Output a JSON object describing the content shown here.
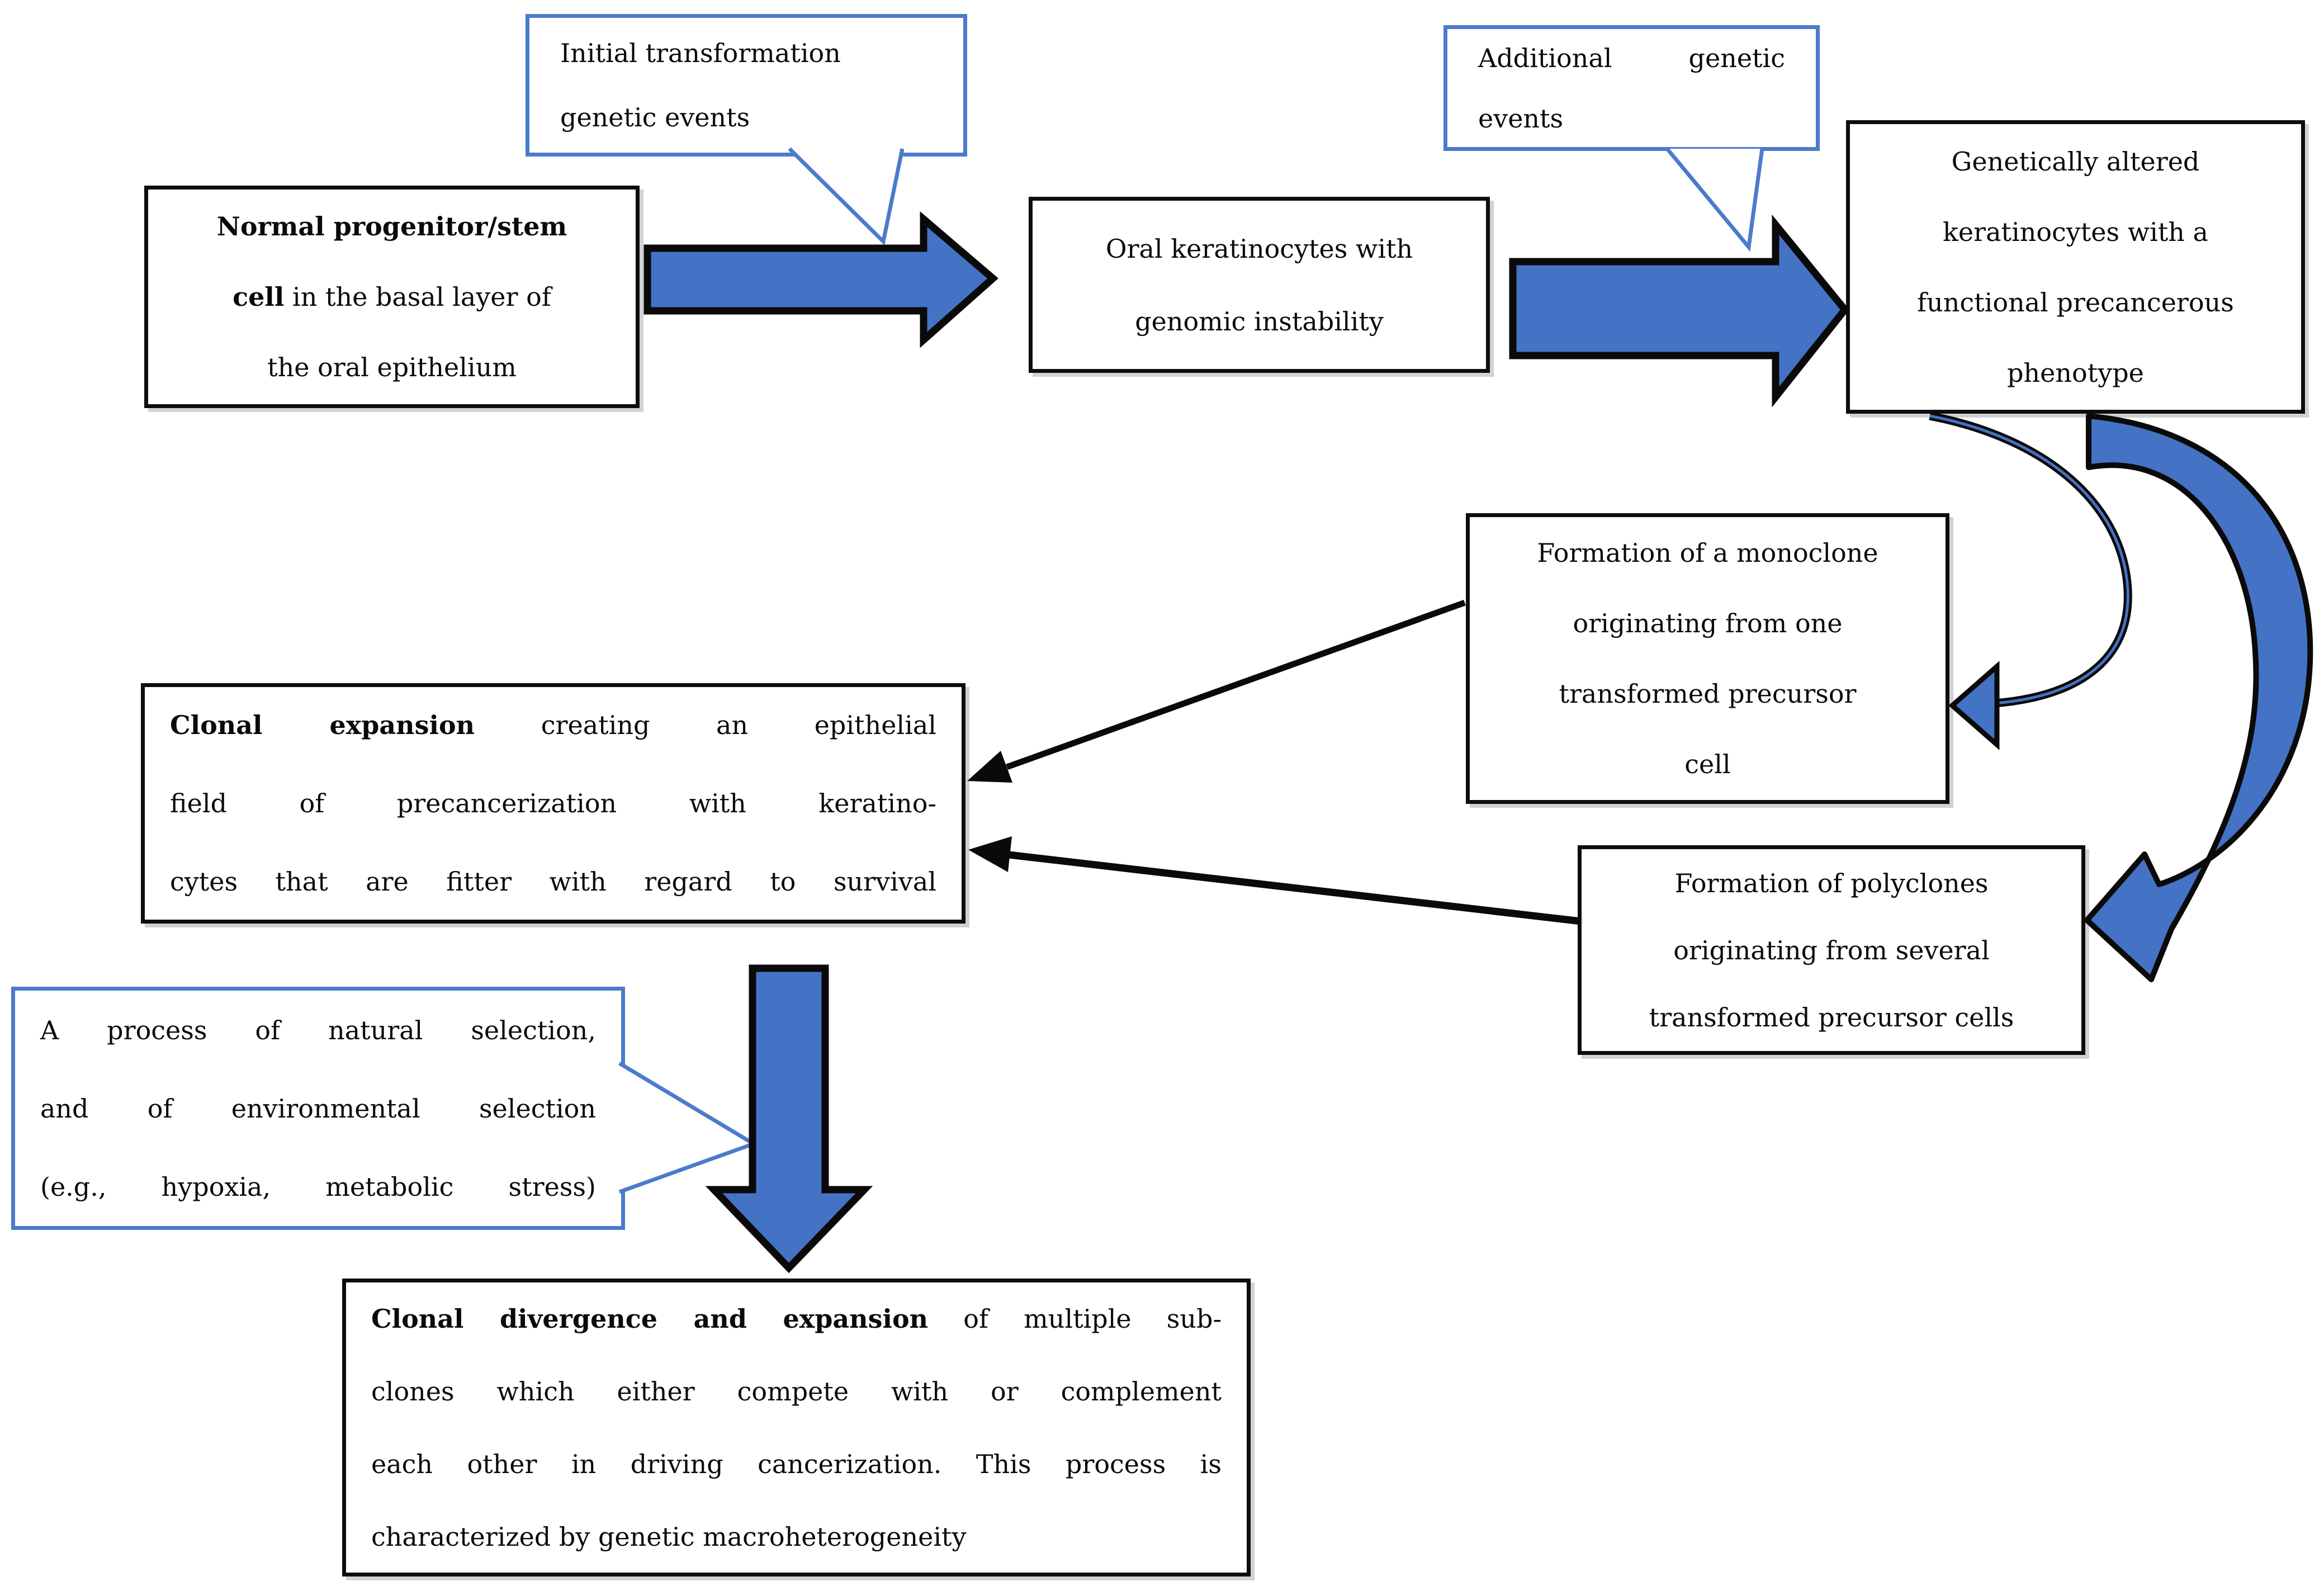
{
  "colors": {
    "accent_blue": "#4472C4",
    "callout_border_blue": "#4B7BCB",
    "box_border_black": "#0D0D0D",
    "background": "#FFFFFF"
  },
  "boxes": {
    "normal_progenitor": {
      "line1_bold": "Normal progenitor/stem",
      "line2_bold": "cell",
      "line2_rest": " in the basal layer of",
      "line3": "the oral epithelium"
    },
    "oral_keratinocytes": {
      "line1": "Oral keratinocytes with",
      "line2": "genomic instability"
    },
    "genetically_altered": {
      "line1": "Genetically altered",
      "line2": "keratinocytes with a",
      "line3": "functional precancerous",
      "line4": "phenotype"
    },
    "monoclone": {
      "line1": "Formation of a monoclone",
      "line2": "originating from one",
      "line3": "transformed precursor",
      "line4": "cell"
    },
    "polyclones": {
      "line1": "Formation of polyclones",
      "line2": "originating from several",
      "line3": "transformed precursor cells"
    },
    "clonal_expansion": {
      "line1_bold": "Clonal expansion",
      "line1_rest": " creating an epithelial",
      "line2": "field of precancerization with keratino-",
      "line3": "cytes that are fitter with regard to survival"
    },
    "clonal_divergence": {
      "line1_bold": "Clonal divergence and expansion",
      "line1_rest": " of multiple sub-",
      "line2": "clones which either compete with or complement",
      "line3": "each other in driving cancerization. This process is",
      "line4": "characterized by genetic macroheterogeneity"
    }
  },
  "callouts": {
    "initial_transformation": {
      "line1": "Initial transformation",
      "line2": "genetic events"
    },
    "additional_genetic": {
      "line1": "Additional genetic",
      "line2": "events"
    },
    "natural_selection": {
      "line1": "A process of natural selection,",
      "line2": "and of environmental selection",
      "line3": "(e.g., hypoxia, metabolic stress)"
    }
  }
}
